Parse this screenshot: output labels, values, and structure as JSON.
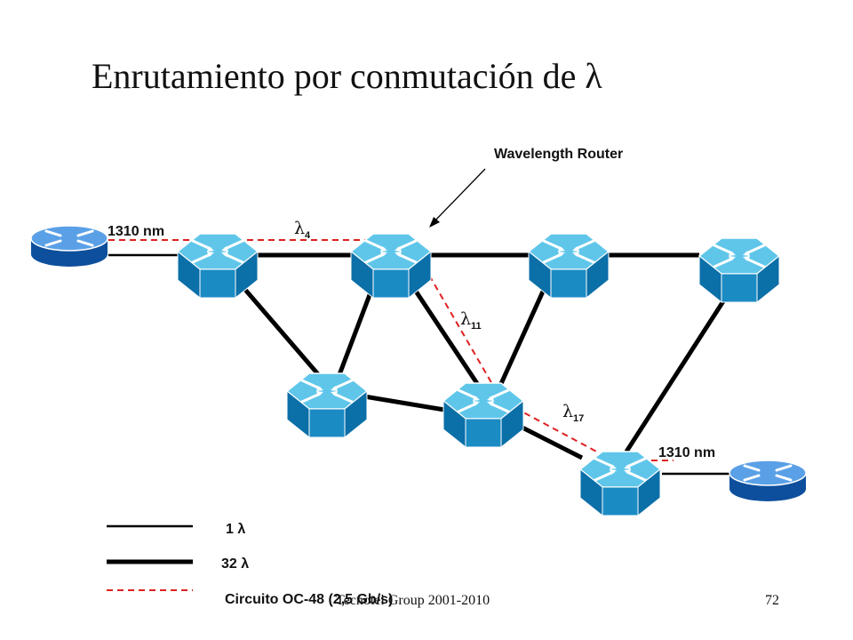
{
  "title": "Enrutamiento por conmutación de λ",
  "annotation": "Wavelength Router",
  "labels": {
    "left_nm": "1310 nm",
    "right_nm": "1310 nm",
    "lambda": "λ",
    "sub4": "4",
    "sub11": "11",
    "sub17": "17"
  },
  "legend": [
    {
      "label": "1 λ",
      "style": "thin"
    },
    {
      "label": "32 λ",
      "style": "thick"
    },
    {
      "label": "Circuito OC-48 (2,5 Gb/s)",
      "style": "dashed-red"
    }
  ],
  "footer": {
    "credit": "Tecnotel Group 2001-2010",
    "page": "72"
  },
  "colors": {
    "circuit": "#e02020",
    "router_top": "#5aa0e6",
    "router_side": "#0d4f9c",
    "switch_top": "#5fc6ea",
    "switch_side": "#0b6fa8"
  }
}
